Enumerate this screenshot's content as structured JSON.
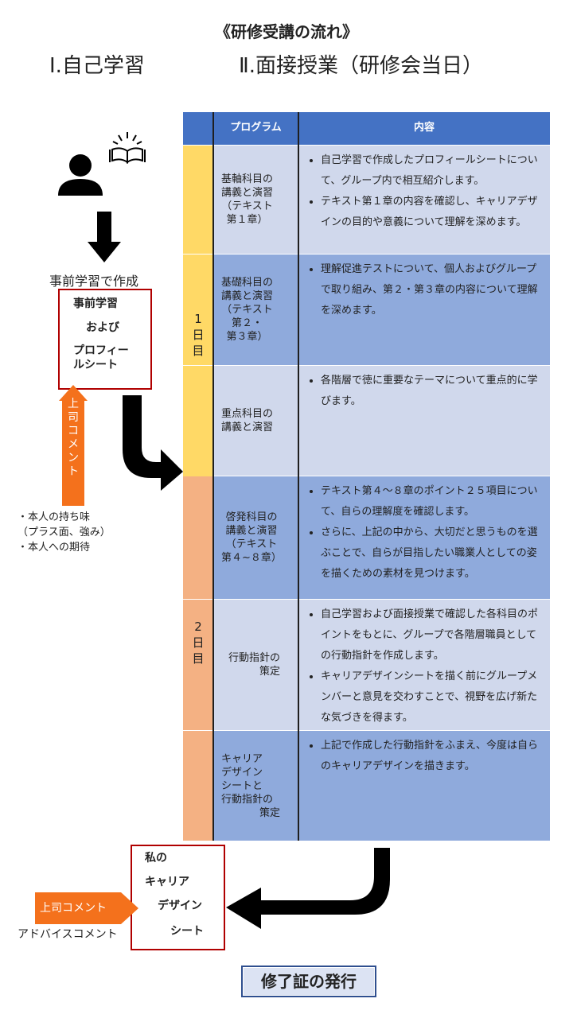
{
  "title": "《研修受講の流れ》",
  "sections": {
    "self_study": "Ⅰ.自己学習",
    "interview": "Ⅱ.面接授業（研修会当日）"
  },
  "table": {
    "headers": {
      "program": "プログラム",
      "content": "内容"
    },
    "days": [
      {
        "label": [
          "1",
          "日",
          "目"
        ]
      },
      {
        "label": [
          "2",
          "日",
          "目"
        ]
      }
    ],
    "rows": [
      {
        "program": [
          "基軸科目の",
          "講義と演習",
          "（テキスト",
          "第１章）"
        ],
        "content": [
          "自己学習で作成したプロフィールシートについて、グループ内で相互紹介します。",
          "テキスト第１章の内容を確認し、キャリアデザインの目的や意義について理解を深めます。"
        ]
      },
      {
        "program": [
          "基礎科目の",
          "講義と演習",
          "（テキスト",
          "第２・",
          "第３章）"
        ],
        "content": [
          "理解促進テストについて、個人およびグループで取り組み、第２・第３章の内容について理解を深めます。"
        ]
      },
      {
        "program": [
          "重点科目の",
          "講義と演習"
        ],
        "content": [
          "各階層で徳に重要なテーマについて重点的に学びます。"
        ]
      },
      {
        "program": [
          "啓発科目の",
          "講義と演習",
          "（テキスト",
          "第４~８章）"
        ],
        "content": [
          "テキスト第４～８章のポイント２５項目について、自らの理解度を確認します。",
          "さらに、上記の中から、大切だと思うものを選ぶことで、自らが目指したい職業人としての姿を描くための素材を見つけます。"
        ]
      },
      {
        "program": [
          "行動指針の",
          "策定"
        ],
        "content": [
          "自己学習および面接授業で確認した各科目のポイントをもとに、グループで各階層職員としての行動指針を作成します。",
          "キャリアデザインシートを描く前にグループメンバーと意見を交わすことで、視野を広げ新たな気づきを得ます。"
        ]
      },
      {
        "program": [
          "キャリア",
          "デザイン",
          "シートと",
          "行動指針の",
          "策定"
        ],
        "content": [
          "上記で作成した行動指針をふまえ、今度は自らのキャリアデザインを描きます。"
        ]
      }
    ]
  },
  "left": {
    "prestudy_caption": "事前学習で作成",
    "prestudy_box": [
      "事前学習",
      "および",
      "プロフィー",
      "ルシート"
    ],
    "boss_comment_vertical": [
      "上",
      "司",
      "コ",
      "メ",
      "ン",
      "ト"
    ],
    "notes": [
      "・本人の持ち味",
      "（プラス面、強み）",
      "・本人への期待"
    ]
  },
  "bottom": {
    "career_box": [
      "私の",
      "キャリア",
      "デザイン",
      "シート"
    ],
    "boss_comment": "上司コメント",
    "advice": "アドバイスコメント",
    "certificate": "修了証の発行"
  },
  "colors": {
    "header_blue": "#4472c4",
    "row_light": "#d0d8ec",
    "row_dark": "#8faadc",
    "day1": "#ffd966",
    "day2": "#f4b183",
    "arrow_orange": "#f4711c",
    "box_border": "#b00000"
  },
  "icons": [
    "person-icon",
    "book-icon",
    "down-arrow-icon",
    "curved-arrow-icon",
    "up-arrow-icon",
    "left-curved-arrow-icon",
    "right-arrow-icon"
  ]
}
